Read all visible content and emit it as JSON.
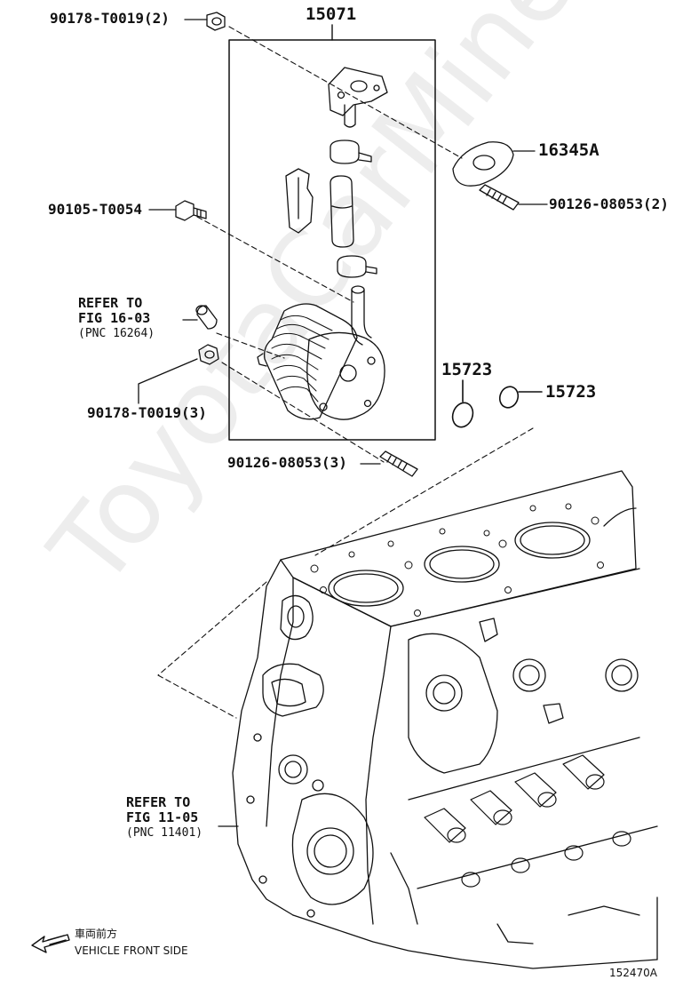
{
  "labels": {
    "p90178_top": "90178-T0019(2)",
    "p15071": "15071",
    "p16345a": "16345A",
    "p90105": "90105-T0054",
    "p90126_top": "90126-08053(2)",
    "p15723_left": "15723",
    "p15723_right": "15723",
    "p90178_mid": "90178-T0019(3)",
    "p90126_bottom": "90126-08053(3)"
  },
  "refs": {
    "fig16": {
      "line1": "REFER TO",
      "line2": "FIG 16-03",
      "line3": "(PNC 16264)"
    },
    "fig11": {
      "line1": "REFER TO",
      "line2": "FIG 11-05",
      "line3": "(PNC 11401)"
    }
  },
  "front": {
    "jp": "車両前方",
    "en": "VEHICLE FRONT SIDE"
  },
  "illustration_id": "152470A",
  "watermark": "ToyotaCarMine.ru",
  "colors": {
    "ink": "#111111",
    "paper": "#ffffff"
  }
}
